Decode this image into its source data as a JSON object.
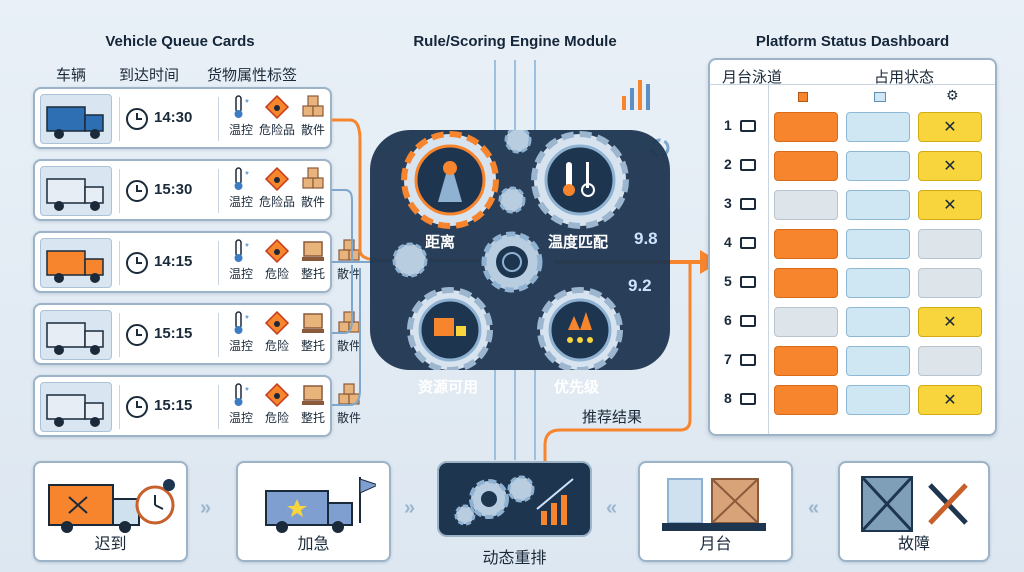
{
  "vehicle_queue": {
    "title": "Vehicle Queue Cards",
    "col_vehicle": "车辆",
    "col_arrival": "到达时间",
    "col_tags": "货物属性标签",
    "cards": [
      {
        "time": "14:30",
        "tags": [
          "温控",
          "危险品",
          "散件"
        ],
        "truck_color": "#2e6fb3"
      },
      {
        "time": "15:30",
        "tags": [
          "温控",
          "危险品",
          "散件"
        ],
        "truck_color": "#e6edf4"
      },
      {
        "time": "14:15",
        "tags": [
          "温控",
          "危险",
          "整托",
          "散件"
        ],
        "truck_color": "#f7852e"
      },
      {
        "time": "15:15",
        "tags": [
          "温控",
          "危险",
          "整托",
          "散件"
        ],
        "truck_color": "#e6edf4"
      },
      {
        "time": "15:15",
        "tags": [
          "温控",
          "危险",
          "整托",
          "散件"
        ],
        "truck_color": "#e6edf4"
      }
    ]
  },
  "engine": {
    "title": "Rule/Scoring Engine Module",
    "factors": [
      "距离",
      "温度匹配",
      "资源可用",
      "优先级"
    ],
    "score_a": "9.8",
    "score_b": "9.2",
    "recommend_label": "推荐结果"
  },
  "dashboard": {
    "title": "Platform Status Dashboard",
    "col_lane": "月台泳道",
    "col_status": "占用状态",
    "rows": [
      {
        "num": "1",
        "cells": [
          "orange",
          "blue",
          "yellow"
        ]
      },
      {
        "num": "2",
        "cells": [
          "orange",
          "blue",
          "yellow"
        ]
      },
      {
        "num": "3",
        "cells": [
          "gray",
          "blue",
          "yellow"
        ]
      },
      {
        "num": "4",
        "cells": [
          "orange",
          "blue",
          "gray"
        ]
      },
      {
        "num": "5",
        "cells": [
          "orange",
          "blue",
          "gray"
        ]
      },
      {
        "num": "6",
        "cells": [
          "gray",
          "blue",
          "yellow"
        ]
      },
      {
        "num": "7",
        "cells": [
          "orange",
          "blue",
          "gray"
        ]
      },
      {
        "num": "8",
        "cells": [
          "orange",
          "blue",
          "yellow"
        ]
      }
    ]
  },
  "bottom": {
    "late": "迟到",
    "urgent": "加急",
    "dynamic": "动态重排",
    "platform": "月台",
    "fault": "故障"
  },
  "colors": {
    "orange": "#f7852e",
    "navy": "#1e3550",
    "yellow": "#f8d43d",
    "light_blue": "#cfe6f3"
  }
}
